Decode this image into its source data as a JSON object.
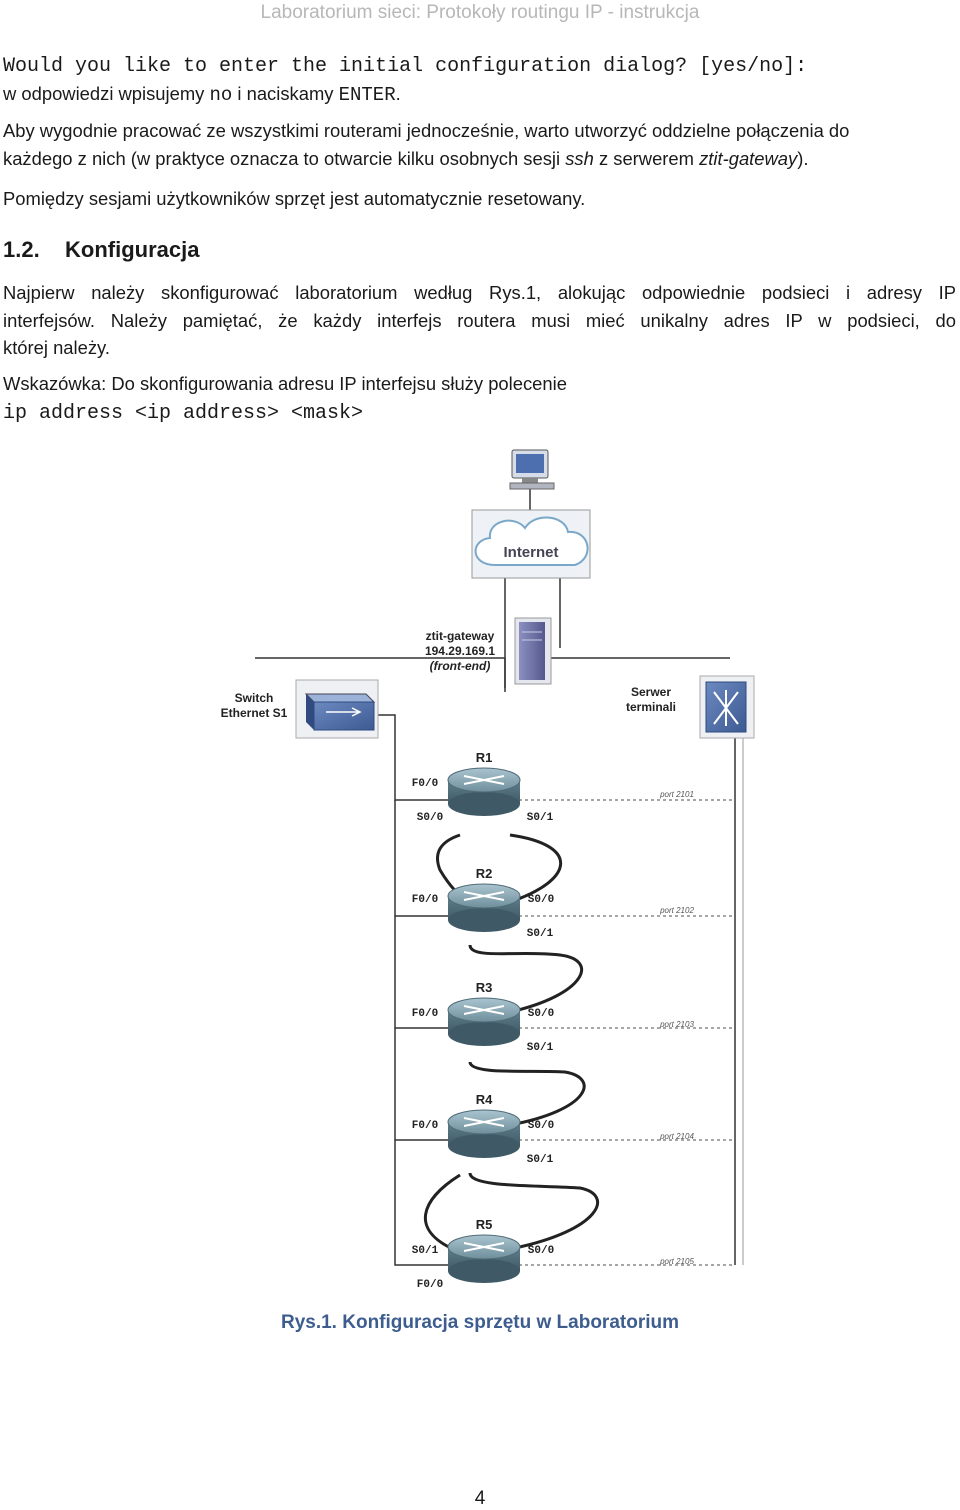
{
  "header": "Laboratorium sieci: Protokoły routingu IP - instrukcja",
  "dialog_prompt": "Would you like to enter the initial configuration dialog? [yes/no]:",
  "answer_line": {
    "before": "w odpowiedzi wpisujemy ",
    "no": "no",
    "middle": " i naciskamy ",
    "enter": "ENTER",
    "end": "."
  },
  "para_connections": {
    "line1": "Aby wygodnie pracować ze wszystkimi routerami jednocześnie, warto utworzyć oddzielne połączenia do",
    "line2_a": "każdego z nich (w praktyce oznacza to otwarcie kilku osobnych sesji ",
    "ssh": "ssh",
    "line2_b": " z serwerem ",
    "gateway": "ztit-gateway",
    "line2_c": ")."
  },
  "para_reset": "Pomiędzy sesjami użytkowników sprzęt jest automatycznie resetowany.",
  "section": {
    "number": "1.2.",
    "title": "Konfiguracja"
  },
  "para_config": {
    "line1": "Najpierw należy skonfigurować laboratorium według Rys.1, alokując odpowiednie podsieci i adresy IP",
    "line2": "interfejsów. Należy pamiętać, że każdy interfejs routera musi mieć unikalny adres IP w podsieci, do",
    "line3": "której należy."
  },
  "hint": "Wskazówka: Do skonfigurowania adresu IP interfejsu służy polecenie",
  "command": "ip address <ip address> <mask>",
  "diagram": {
    "internet": "Internet",
    "gateway_name": "ztit-gateway",
    "gateway_ip": "194.29.169.1",
    "gateway_role": "(front-end)",
    "switch_line1": "Switch",
    "switch_line2": "Ethernet S1",
    "terminal_line1": "Serwer",
    "terminal_line2": "terminali",
    "routers": [
      {
        "name": "R1",
        "left_top": "F0/0",
        "left_bottom": "S0/0",
        "right_top": "",
        "right_bottom": "S0/1",
        "port": "port 2101"
      },
      {
        "name": "R2",
        "left_top": "F0/0",
        "left_bottom": "",
        "right_top": "S0/0",
        "right_bottom": "S0/1",
        "port": "port 2102"
      },
      {
        "name": "R3",
        "left_top": "F0/0",
        "left_bottom": "",
        "right_top": "S0/0",
        "right_bottom": "S0/1",
        "port": "port 2103"
      },
      {
        "name": "R4",
        "left_top": "F0/0",
        "left_bottom": "",
        "right_top": "S0/0",
        "right_bottom": "S0/1",
        "port": "port 2104"
      },
      {
        "name": "R5",
        "left_top": "S0/1",
        "left_bottom": "F0/0",
        "right_top": "S0/0",
        "right_bottom": "",
        "port": "port 2105"
      }
    ]
  },
  "caption": "Rys.1. Konfiguracja sprzętu w Laboratorium",
  "page_number": "4"
}
